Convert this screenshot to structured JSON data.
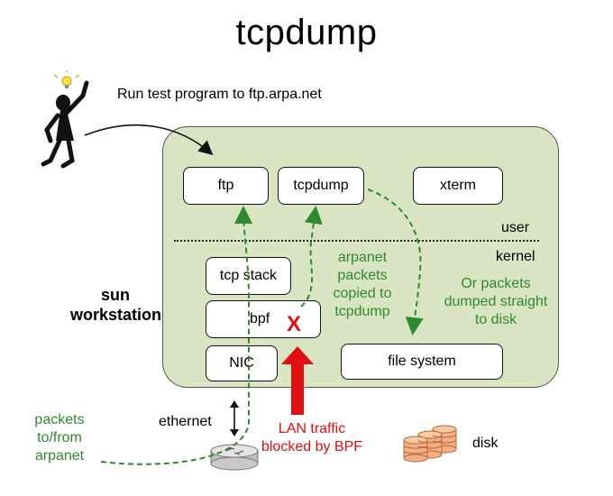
{
  "title": "tcpdump",
  "caption": "Run test program to ftp.arpa.net",
  "workstation_label": [
    "sun",
    "workstation"
  ],
  "boxes": {
    "ftp": "ftp",
    "tcpdump": "tcpdump",
    "xterm": "xterm",
    "tcp_stack": "tcp stack",
    "bpf": "bpf",
    "nic": "NIC",
    "file_system": "file system"
  },
  "layers": {
    "user": "user",
    "kernel": "kernel"
  },
  "notes": {
    "copied": [
      "arpanet",
      "packets",
      "copied to",
      "tcpdump"
    ],
    "dumped": [
      "Or packets",
      "dumped straight",
      "to disk"
    ],
    "arpanet": [
      "packets",
      "to/from",
      "arpanet"
    ],
    "blocked": [
      "LAN traffic",
      "blocked by BPF"
    ]
  },
  "x_mark": "X",
  "ethernet": "ethernet",
  "disk": "disk",
  "colors": {
    "workstation": "#d9e4c3",
    "green": "#2f8a2f",
    "red": "#e01010"
  },
  "icons": [
    "stick-figure-icon",
    "lightbulb-icon",
    "router-icon",
    "disk-stack-icon"
  ]
}
